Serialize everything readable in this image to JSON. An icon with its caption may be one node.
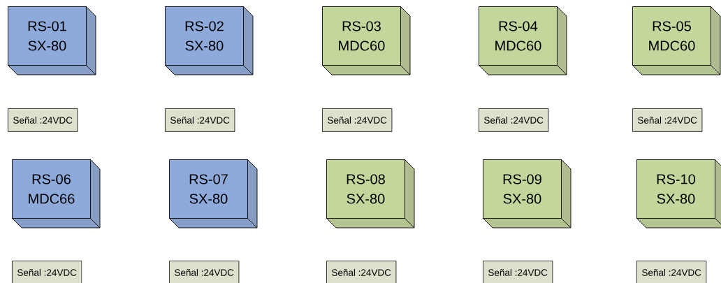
{
  "diagram": {
    "nodes": [
      {
        "text": [
          "RS-01",
          "SX-80"
        ]
      },
      {
        "text": [
          "RS-02",
          "SX-80"
        ]
      },
      {
        "text": [
          "RS-03",
          "MDC60"
        ]
      },
      {
        "text": [
          "RS-04",
          "MDC60"
        ]
      },
      {
        "text": [
          "RS-05",
          "MDC60"
        ]
      },
      {
        "text": [
          "Señal :24VDC"
        ]
      },
      {
        "text": [
          "Señal :24VDC"
        ]
      },
      {
        "text": [
          "Señal :24VDC"
        ]
      },
      {
        "text": [
          "Señal :24VDC"
        ]
      },
      {
        "text": [
          "Señal :24VDC"
        ]
      },
      {
        "text": [
          "RS-06",
          "MDC66"
        ]
      },
      {
        "text": [
          "RS-07",
          "SX-80"
        ]
      },
      {
        "text": [
          "RS-08",
          "SX-80"
        ]
      },
      {
        "text": [
          "RS-09",
          "SX-80"
        ]
      },
      {
        "text": [
          "RS-10",
          "SX-80"
        ]
      },
      {
        "text": [
          "Señal :24VDC"
        ]
      },
      {
        "text": [
          "Señal :24VDC"
        ]
      },
      {
        "text": [
          "Señal :24VDC"
        ]
      },
      {
        "text": [
          "Señal :24VDC"
        ]
      },
      {
        "text": [
          "Señal :24VDC"
        ]
      }
    ]
  }
}
